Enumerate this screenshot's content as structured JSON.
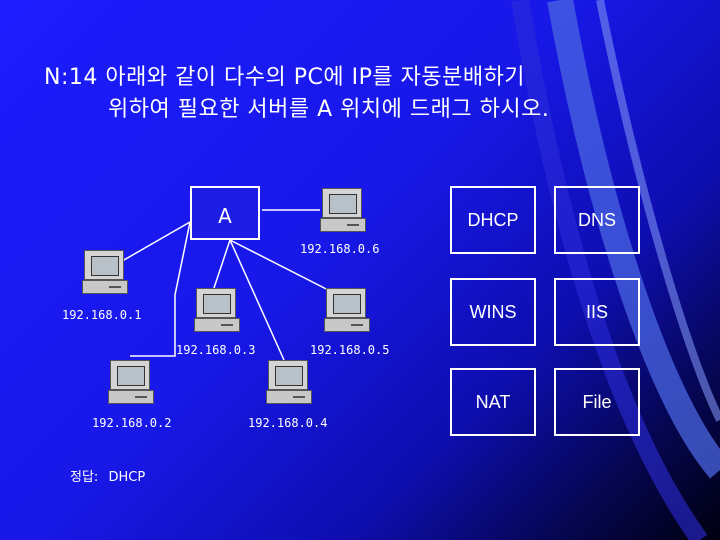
{
  "question": {
    "line1": "N:14 아래와 같이 다수의 PC에 IP를 자동분배하기",
    "line2": "위하여 필요한 서버를 A 위치에 드래그 하시오."
  },
  "drop_target": {
    "label": "A"
  },
  "computers": [
    {
      "ip": "192.168.0.1"
    },
    {
      "ip": "192.168.0.2"
    },
    {
      "ip": "192.168.0.3"
    },
    {
      "ip": "192.168.0.4"
    },
    {
      "ip": "192.168.0.5"
    },
    {
      "ip": "192.168.0.6"
    }
  ],
  "options": [
    "DHCP",
    "DNS",
    "WINS",
    "IIS",
    "NAT",
    "File"
  ],
  "answer": {
    "label": "정답:",
    "value": "DHCP"
  },
  "colors": {
    "background": "#1c1cff",
    "accent_curve": "#5e7ef0",
    "text": "#ffffff"
  }
}
